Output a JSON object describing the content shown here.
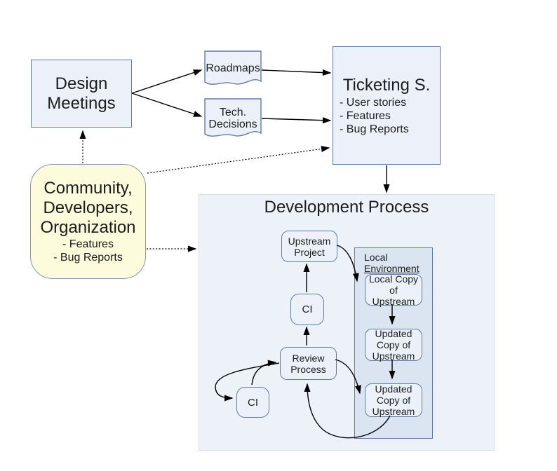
{
  "colors": {
    "node_fill": "#ecf1f9",
    "node_border": "#5f7ea1",
    "community_fill": "#fcfbdc",
    "community_border": "#8599af",
    "process_fill": "#edf1f8",
    "process_border": "#d3dce9",
    "local_env_fill": "#dbe5f2",
    "arrow": "#000000",
    "text": "#1c1c1c"
  },
  "nodes": {
    "design_meetings": {
      "lines": [
        "Design",
        "Meetings"
      ]
    },
    "roadmaps": {
      "label": "Roadmaps"
    },
    "tech_decisions": {
      "lines": [
        "Tech.",
        "Decisions"
      ]
    },
    "ticketing": {
      "title": "Ticketing S.",
      "bullets": [
        "- User stories",
        "- Features",
        "- Bug Reports"
      ]
    },
    "community": {
      "lines": [
        "Community,",
        "Developers,",
        "Organization"
      ],
      "bullets": [
        "- Features",
        "- Bug Reports"
      ]
    },
    "dev_process": {
      "title": "Development Process"
    },
    "upstream_project": {
      "lines": [
        "Upstream",
        "Project"
      ]
    },
    "local_environment": {
      "lines": [
        "Local",
        "Environment"
      ]
    },
    "local_copy": {
      "lines": [
        "Local Copy of",
        "Upstream"
      ]
    },
    "updated_copy_1": {
      "lines": [
        "Updated",
        "Copy of",
        "Upstream"
      ]
    },
    "updated_copy_2": {
      "lines": [
        "Updated",
        "Copy of",
        "Upstream"
      ]
    },
    "ci_upper": {
      "label": "CI"
    },
    "ci_lower": {
      "label": "CI"
    },
    "review_process": {
      "lines": [
        "Review",
        "Process"
      ]
    }
  }
}
